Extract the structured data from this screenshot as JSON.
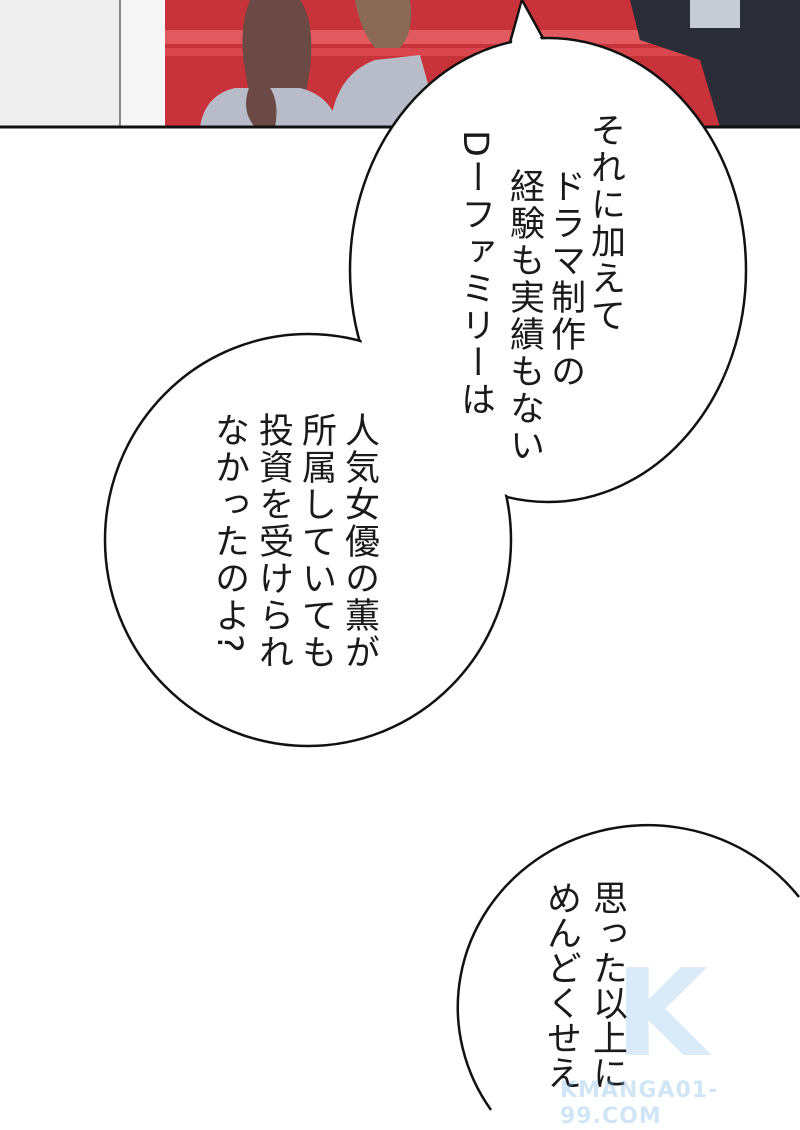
{
  "panel": {
    "colors": {
      "wall": "#c8323a",
      "stripe": "#e05a60",
      "shirt": "#b8bcc8",
      "hair": "#6b4a45",
      "suit": "#2a2d38"
    }
  },
  "bubbles": [
    {
      "lines": [
        "それに加えて",
        "ドラマ制作の",
        "経験も実績もない",
        "Dーファミリーは"
      ]
    },
    {
      "lines": [
        "人気女優の薫が",
        "所属していても",
        "投資を受けられ",
        "なかったのよ?"
      ]
    },
    {
      "lines": [
        "思った以上に",
        "めんどくせえ"
      ]
    }
  ],
  "watermark": {
    "logo": "K",
    "text": "KMANGA01-99.COM"
  }
}
